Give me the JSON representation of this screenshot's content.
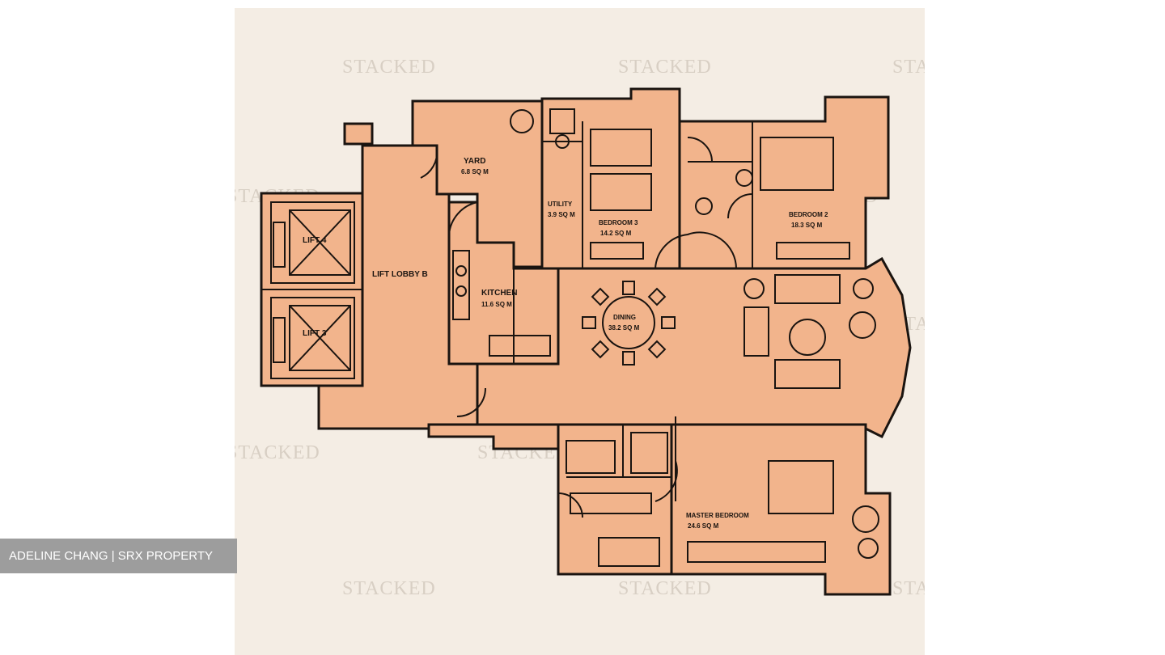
{
  "watermark": {
    "text": "STACKED"
  },
  "credit": {
    "text": "ADELINE CHANG | SRX PROPERTY"
  },
  "rooms": {
    "yard": {
      "name": "YARD",
      "area": "6.8 SQ M"
    },
    "utility": {
      "name": "UTILITY",
      "area": "3.9 SQ M"
    },
    "bedroom3": {
      "name": "BEDROOM 3",
      "area": "14.2 SQ M"
    },
    "bedroom2": {
      "name": "BEDROOM 2",
      "area": "18.3 SQ M"
    },
    "lift4": {
      "name": "LIFT 4"
    },
    "lift3": {
      "name": "LIFT 3"
    },
    "lift_lobby": {
      "name": "LIFT LOBBY B"
    },
    "kitchen": {
      "name": "KITCHEN",
      "area": "11.6 SQ M"
    },
    "dining": {
      "name": "DINING",
      "area": "38.2 SQ M"
    },
    "master": {
      "name": "MASTER BEDROOM",
      "area": "24.6 SQ M"
    }
  },
  "colors": {
    "room_fill": "#f2b48c",
    "wall": "#1a1410",
    "background": "#f4ede4",
    "badge": "#9d9d9d"
  }
}
